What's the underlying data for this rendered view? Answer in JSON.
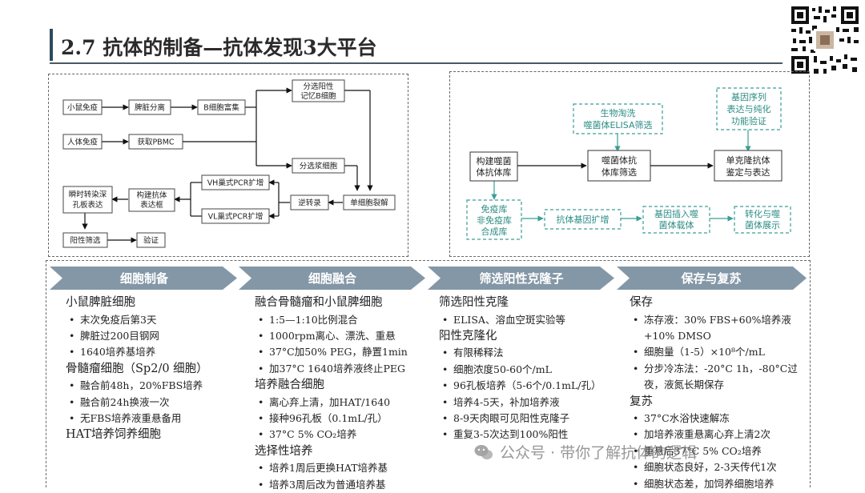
{
  "title": "2.7 抗体的制备—抗体发现3大平台",
  "left_flow": {
    "boxes": {
      "mouse_immune": "小鼠免疫",
      "spleen": "脾脏分离",
      "b_enrich": "B细胞富集",
      "memory_b_1": "分选阳性",
      "memory_b_2": "记忆B细胞",
      "human_immune": "人体免疫",
      "pbmc": "获取PBMC",
      "plasma": "分选浆细胞",
      "single_cell": "单细胞裂解",
      "rt": "逆转录",
      "vh_pcr": "VH巢式PCR扩增",
      "vl_pcr": "VL巢式PCR扩增",
      "build_vector_1": "构建抗体",
      "build_vector_2": "表达框",
      "transient_1": "瞬时转染深",
      "transient_2": "孔板表达",
      "positive": "阳性筛选",
      "verify": "验证"
    }
  },
  "right_flow": {
    "boxes": {
      "build_lib_1": "构建噬菌",
      "build_lib_2": "体抗体库",
      "screen_1": "噬菌体抗",
      "screen_2": "体库筛选",
      "mono_1": "单克隆抗体",
      "mono_2": "鉴定与表达",
      "bio_1": "生物淘洗",
      "bio_2": "噬菌体ELISA筛选",
      "gene_1": "基因序列",
      "gene_2": "表达与纯化",
      "gene_3": "功能验证",
      "lib_type_1": "免疫库",
      "lib_type_2": "非免疫库",
      "lib_type_3": "合成库",
      "amp": "抗体基因扩增",
      "insert_1": "基因插入噬",
      "insert_2": "菌体载体",
      "transform_1": "转化与噬",
      "transform_2": "菌体展示"
    }
  },
  "chevrons": [
    "细胞制备",
    "细胞融合",
    "筛选阳性克隆子",
    "保存与复苏"
  ],
  "columns": [
    {
      "lines": [
        {
          "t": "h",
          "text": "小鼠脾脏细胞"
        },
        {
          "t": "b",
          "text": "末次免疫后第3天"
        },
        {
          "t": "b",
          "text": "脾脏过200目钢网"
        },
        {
          "t": "b",
          "text": "1640培养基培养"
        },
        {
          "t": "h",
          "text": "骨髓瘤细胞（Sp2/0 细胞）"
        },
        {
          "t": "b",
          "text": "融合前48h，20%FBS培养"
        },
        {
          "t": "b",
          "text": "融合前24h换液一次"
        },
        {
          "t": "b",
          "text": "无FBS培养液重悬备用"
        },
        {
          "t": "h",
          "text": "HAT培养饲养细胞"
        }
      ]
    },
    {
      "lines": [
        {
          "t": "h",
          "text": "融合骨髓瘤和小鼠脾细胞"
        },
        {
          "t": "b",
          "text": "1:5—1:10比例混合"
        },
        {
          "t": "b",
          "text": "1000rpm离心、漂洗、重悬"
        },
        {
          "t": "b",
          "text": "37°C加50% PEG，静置1min"
        },
        {
          "t": "b",
          "text": "加37°C 1640培养液终止PEG"
        },
        {
          "t": "h",
          "text": "培养融合细胞"
        },
        {
          "t": "b",
          "text": "离心弃上清，加HAT/1640"
        },
        {
          "t": "b",
          "text": "接种96孔板（0.1mL/孔）"
        },
        {
          "t": "b",
          "text": "37°C 5% CO₂培养"
        },
        {
          "t": "h",
          "text": "选择性培养"
        },
        {
          "t": "b",
          "text": "培养1周后更换HAT培养基"
        },
        {
          "t": "b",
          "text": "培养3周后改为普通培养基"
        }
      ]
    },
    {
      "lines": [
        {
          "t": "h",
          "text": "筛选阳性克隆"
        },
        {
          "t": "b",
          "text": "ELISA、溶血空斑实验等"
        },
        {
          "t": "h",
          "text": "阳性克隆化"
        },
        {
          "t": "b",
          "text": "有限稀释法"
        },
        {
          "t": "b",
          "text": "细胞浓度50-60个/mL"
        },
        {
          "t": "b",
          "text": "96孔板培养（5-6个/0.1mL/孔）"
        },
        {
          "t": "b",
          "text": "培养4-5天，补加培养液"
        },
        {
          "t": "b",
          "text": "8-9天肉眼可见阳性克隆子"
        },
        {
          "t": "b",
          "text": "重复3-5次达到100%阳性"
        }
      ]
    },
    {
      "lines": [
        {
          "t": "h",
          "text": "保存"
        },
        {
          "t": "b",
          "text": "冻存液：30% FBS+60%培养液"
        },
        {
          "t": "c",
          "text": "+10% DMSO"
        },
        {
          "t": "b",
          "text": "细胞量（1-5）×10⁸个/mL"
        },
        {
          "t": "b",
          "text": "分步冷冻法：-20°C 1h，-80°C过"
        },
        {
          "t": "c",
          "text": "夜，液氮长期保存"
        },
        {
          "t": "h",
          "text": "复苏"
        },
        {
          "t": "b",
          "text": "37°C水浴快速解冻"
        },
        {
          "t": "b",
          "text": "加培养液重悬离心弃上清2次"
        },
        {
          "t": "b",
          "text": "重悬后37°C 5% CO₂培养"
        },
        {
          "t": "b",
          "text": "细胞状态良好，2-3天传代1次"
        },
        {
          "t": "b",
          "text": "细胞状态差，加饲养细胞培养"
        }
      ]
    }
  ],
  "watermark": "公众号 · 带你了解抗体的逻辑",
  "colors": {
    "chevron": "#8497a6",
    "teal": "#3a9e96",
    "title_bar": "#2d4a5e"
  }
}
